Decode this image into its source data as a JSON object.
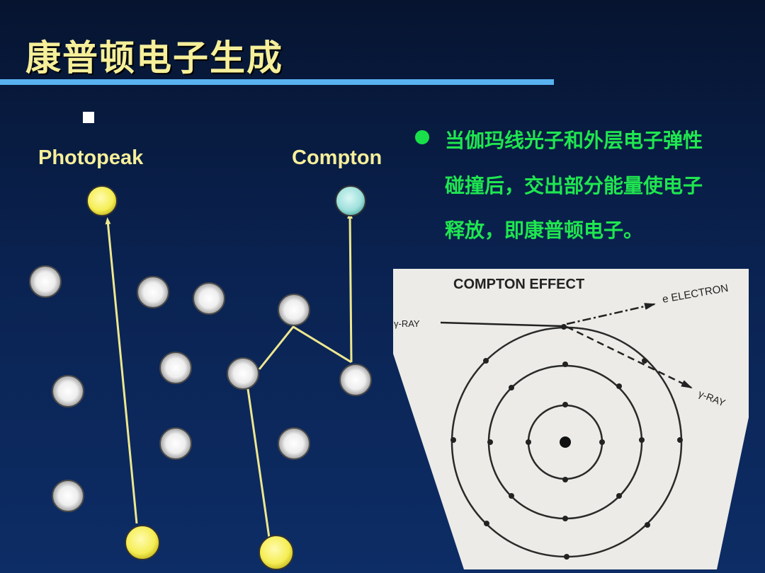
{
  "title": "康普顿电子生成",
  "labels": {
    "photopeak": "Photopeak",
    "compton": "Compton"
  },
  "description": [
    "当伽玛线光子和外层电子弹性",
    "碰撞后，交出部分能量使电子",
    "释放，即康普顿电子。"
  ],
  "figure": {
    "title": "COMPTON EFFECT",
    "incoming": "γ-RAY",
    "electron": "e ELECTRON",
    "scattered": "γ-RAY"
  },
  "colors": {
    "title_text": "#f6ef9a",
    "rule": "#58b2f0",
    "bullet_text": "#1fe650",
    "photon": "#f5ee55",
    "compton_electron": "#9fe0dc",
    "track": "#ede78f"
  }
}
